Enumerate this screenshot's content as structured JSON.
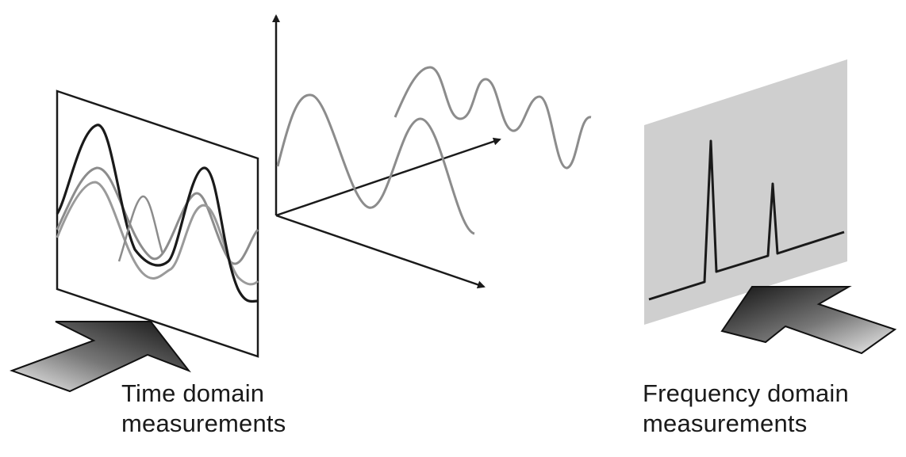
{
  "captions": {
    "time_line1": "Time domain",
    "time_line2": "measurements",
    "frequency_line1": "Frequency domain",
    "frequency_line2": "measurements"
  },
  "colors": {
    "ink": "#1a1a1a",
    "wave_gray": "#8c8c8c",
    "panel_fill": "#cfcfcf",
    "arrow_dark": "#111111",
    "arrow_light": "#f2f2f2"
  }
}
